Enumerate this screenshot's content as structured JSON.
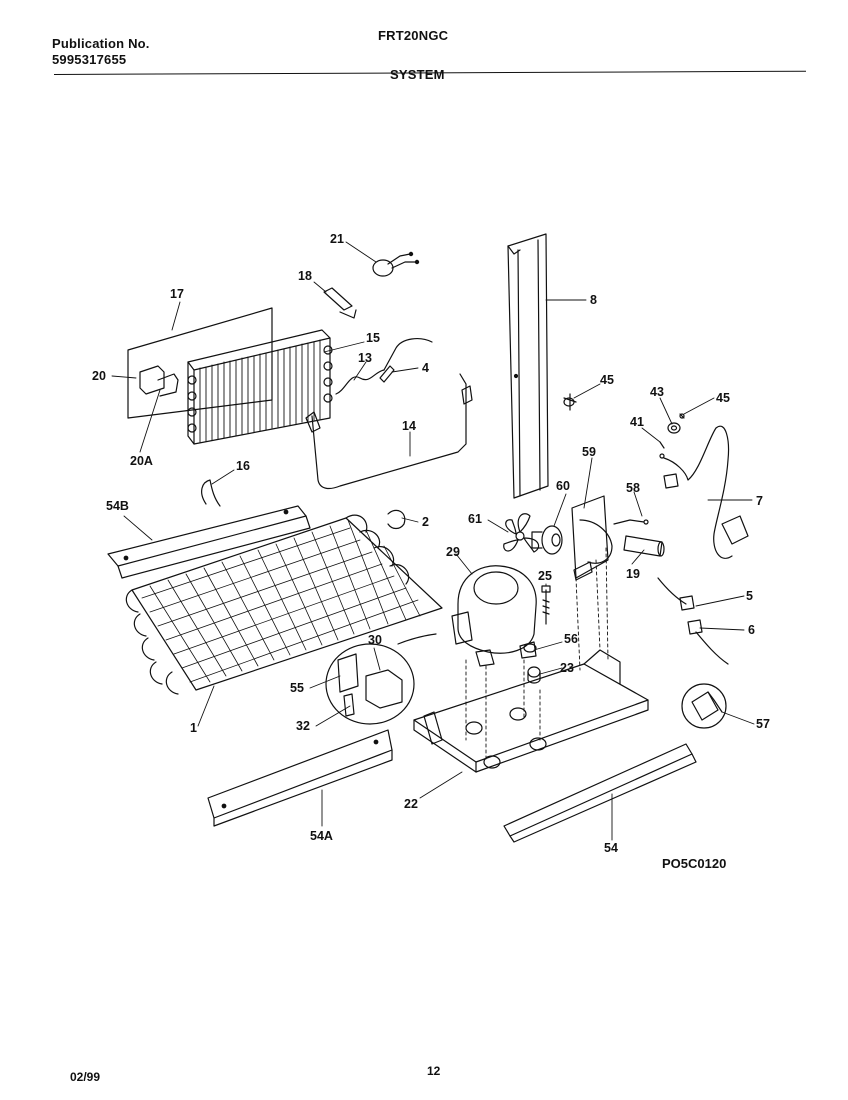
{
  "header": {
    "publication_label": "Publication No.",
    "publication_number": "5995317655",
    "model": "FRT20NGC",
    "section": "SYSTEM"
  },
  "diagram_code": "PO5C0120",
  "footer": {
    "date": "02/99",
    "page": "12"
  },
  "callouts": [
    "21",
    "18",
    "17",
    "15",
    "13",
    "4",
    "20",
    "20A",
    "14",
    "16",
    "8",
    "45",
    "43",
    "45",
    "41",
    "7",
    "59",
    "60",
    "58",
    "61",
    "54B",
    "2",
    "29",
    "25",
    "19",
    "5",
    "6",
    "30",
    "56",
    "23",
    "55",
    "32",
    "1",
    "57",
    "22",
    "54A",
    "54"
  ]
}
